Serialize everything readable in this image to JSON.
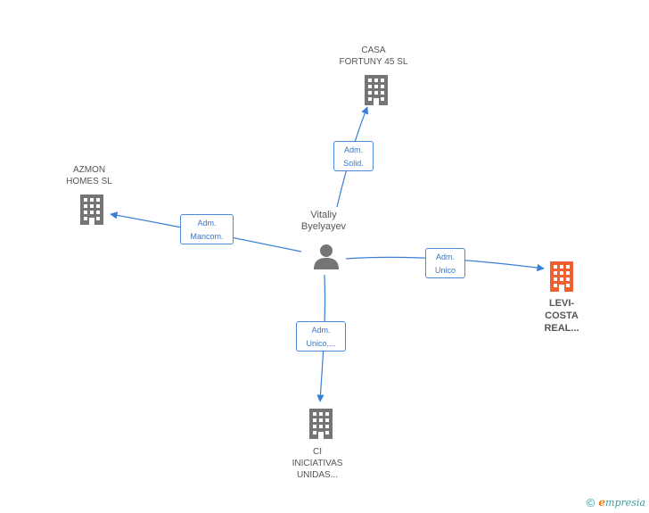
{
  "colors": {
    "edge": "#3a7fd5",
    "company": "#757575",
    "focus_company": "#f06030",
    "person": "#757575",
    "brand_teal": "#3aa0a0",
    "brand_orange": "#f07a1a"
  },
  "center": {
    "name": "Vitaliy\nByelyayev",
    "icon": "person-icon"
  },
  "nodes": {
    "casa": {
      "name": "CASA\nFORTUNY 45 SL",
      "icon": "building-icon"
    },
    "azmon": {
      "name": "AZMON\nHOMES SL",
      "icon": "building-icon"
    },
    "levi": {
      "name": "LEVI-\nCOSTA\nREAL...",
      "icon": "building-icon"
    },
    "ci": {
      "name": "CI\nINICIATIVAS\nUNIDAS...",
      "icon": "building-icon"
    }
  },
  "edges": {
    "casa": "Adm.\nSolid.",
    "azmon": "Adm.\nMancom.",
    "levi": "Adm.\nUnico",
    "ci": "Adm.\nUnico,..."
  },
  "footer": {
    "copyright": "©",
    "brand_initial": "e",
    "brand_rest": "mpresia"
  }
}
